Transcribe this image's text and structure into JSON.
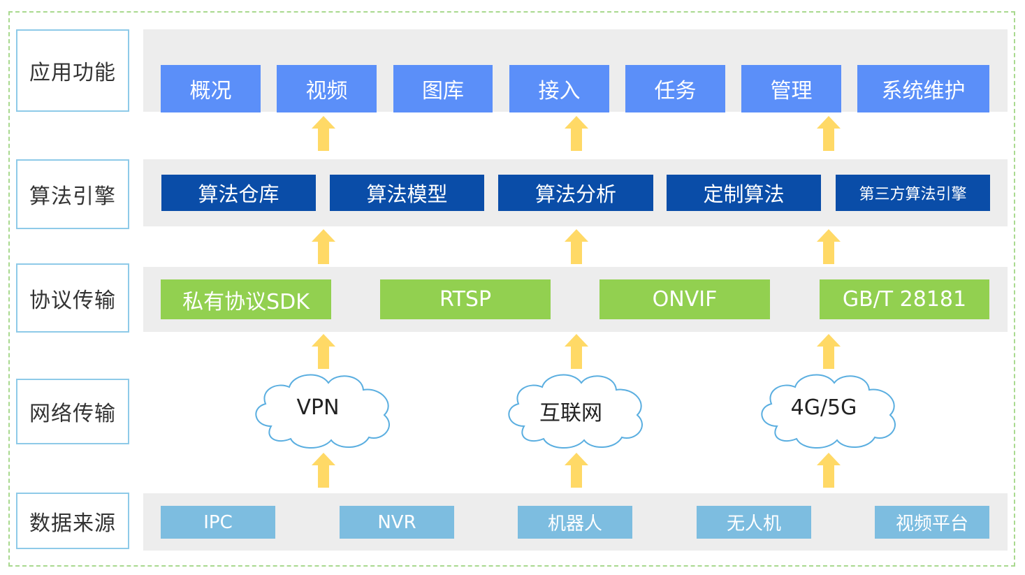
{
  "layers": {
    "app": "应用功能",
    "algo": "算法引擎",
    "protocol": "协议传输",
    "network": "网络传输",
    "source": "数据来源"
  },
  "app_items": [
    "概况",
    "视频",
    "图库",
    "接入",
    "任务",
    "管理",
    "系统维护"
  ],
  "algo_items": [
    "算法仓库",
    "算法模型",
    "算法分析",
    "定制算法",
    "第三方算法引擎"
  ],
  "protocol_items": [
    "私有协议SDK",
    "RTSP",
    "ONVIF",
    "GB/T 28181"
  ],
  "network_items": [
    "VPN",
    "互联网",
    "4G/5G"
  ],
  "source_items": [
    "IPC",
    "NVR",
    "机器人",
    "无人机",
    "视频平台"
  ],
  "colors": {
    "app": "#5b8ff9",
    "algo": "#0a4da8",
    "protocol": "#92d050",
    "source": "#7dbde0",
    "arrow": "#ffd966",
    "cloud_stroke": "#5aaee0",
    "frame": "#a9d98f",
    "panel": "#ededed"
  }
}
